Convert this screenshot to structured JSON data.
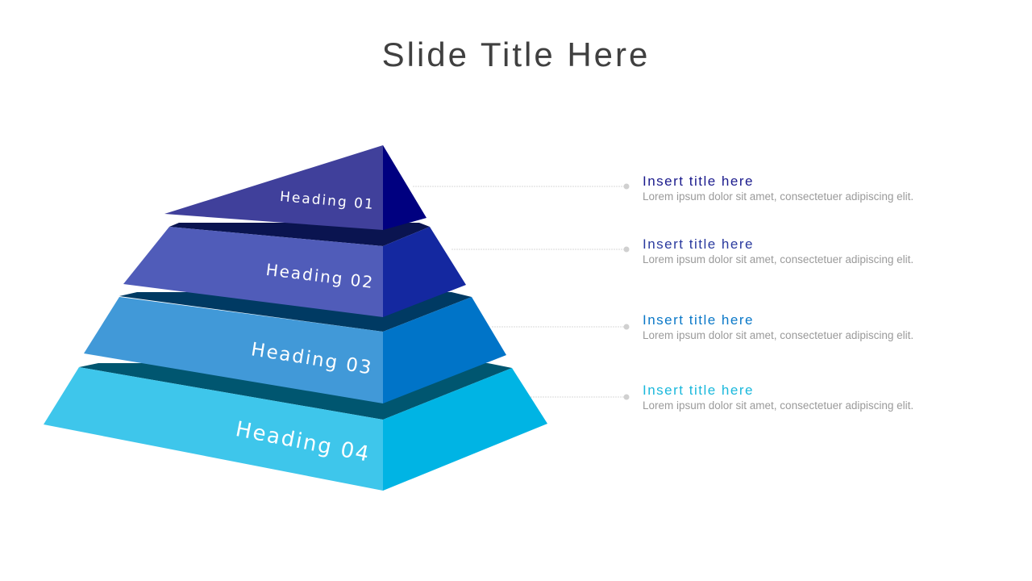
{
  "slide": {
    "title": "Slide Title Here"
  },
  "pyramid": [
    {
      "heading": "Heading 01",
      "colors": {
        "front": "#40409b",
        "side": "#000080",
        "top": "#0a1450"
      }
    },
    {
      "heading": "Heading 02",
      "colors": {
        "front": "#505cb9",
        "side": "#1428a0",
        "top": "#0a1450"
      }
    },
    {
      "heading": "Heading 03",
      "colors": {
        "front": "#4199d8",
        "side": "#0074c8",
        "top": "#003a63"
      }
    },
    {
      "heading": "Heading 04",
      "colors": {
        "front": "#3ec6eb",
        "side": "#00b4e4",
        "top": "#005670"
      }
    }
  ],
  "items": [
    {
      "title": "Insert title here",
      "text": "Lorem ipsum dolor sit amet, consectetuer adipiscing elit.",
      "color": "#1a1a8c"
    },
    {
      "title": "Insert title here",
      "text": "Lorem ipsum dolor sit amet, consectetuer adipiscing elit.",
      "color": "#2a3a9e"
    },
    {
      "title": "Insert title here",
      "text": "Lorem ipsum dolor sit amet, consectetuer adipiscing elit.",
      "color": "#0a78c8"
    },
    {
      "title": "Insert title here",
      "text": "Lorem ipsum dolor sit amet, consectetuer adipiscing elit.",
      "color": "#1ab8dc"
    }
  ]
}
